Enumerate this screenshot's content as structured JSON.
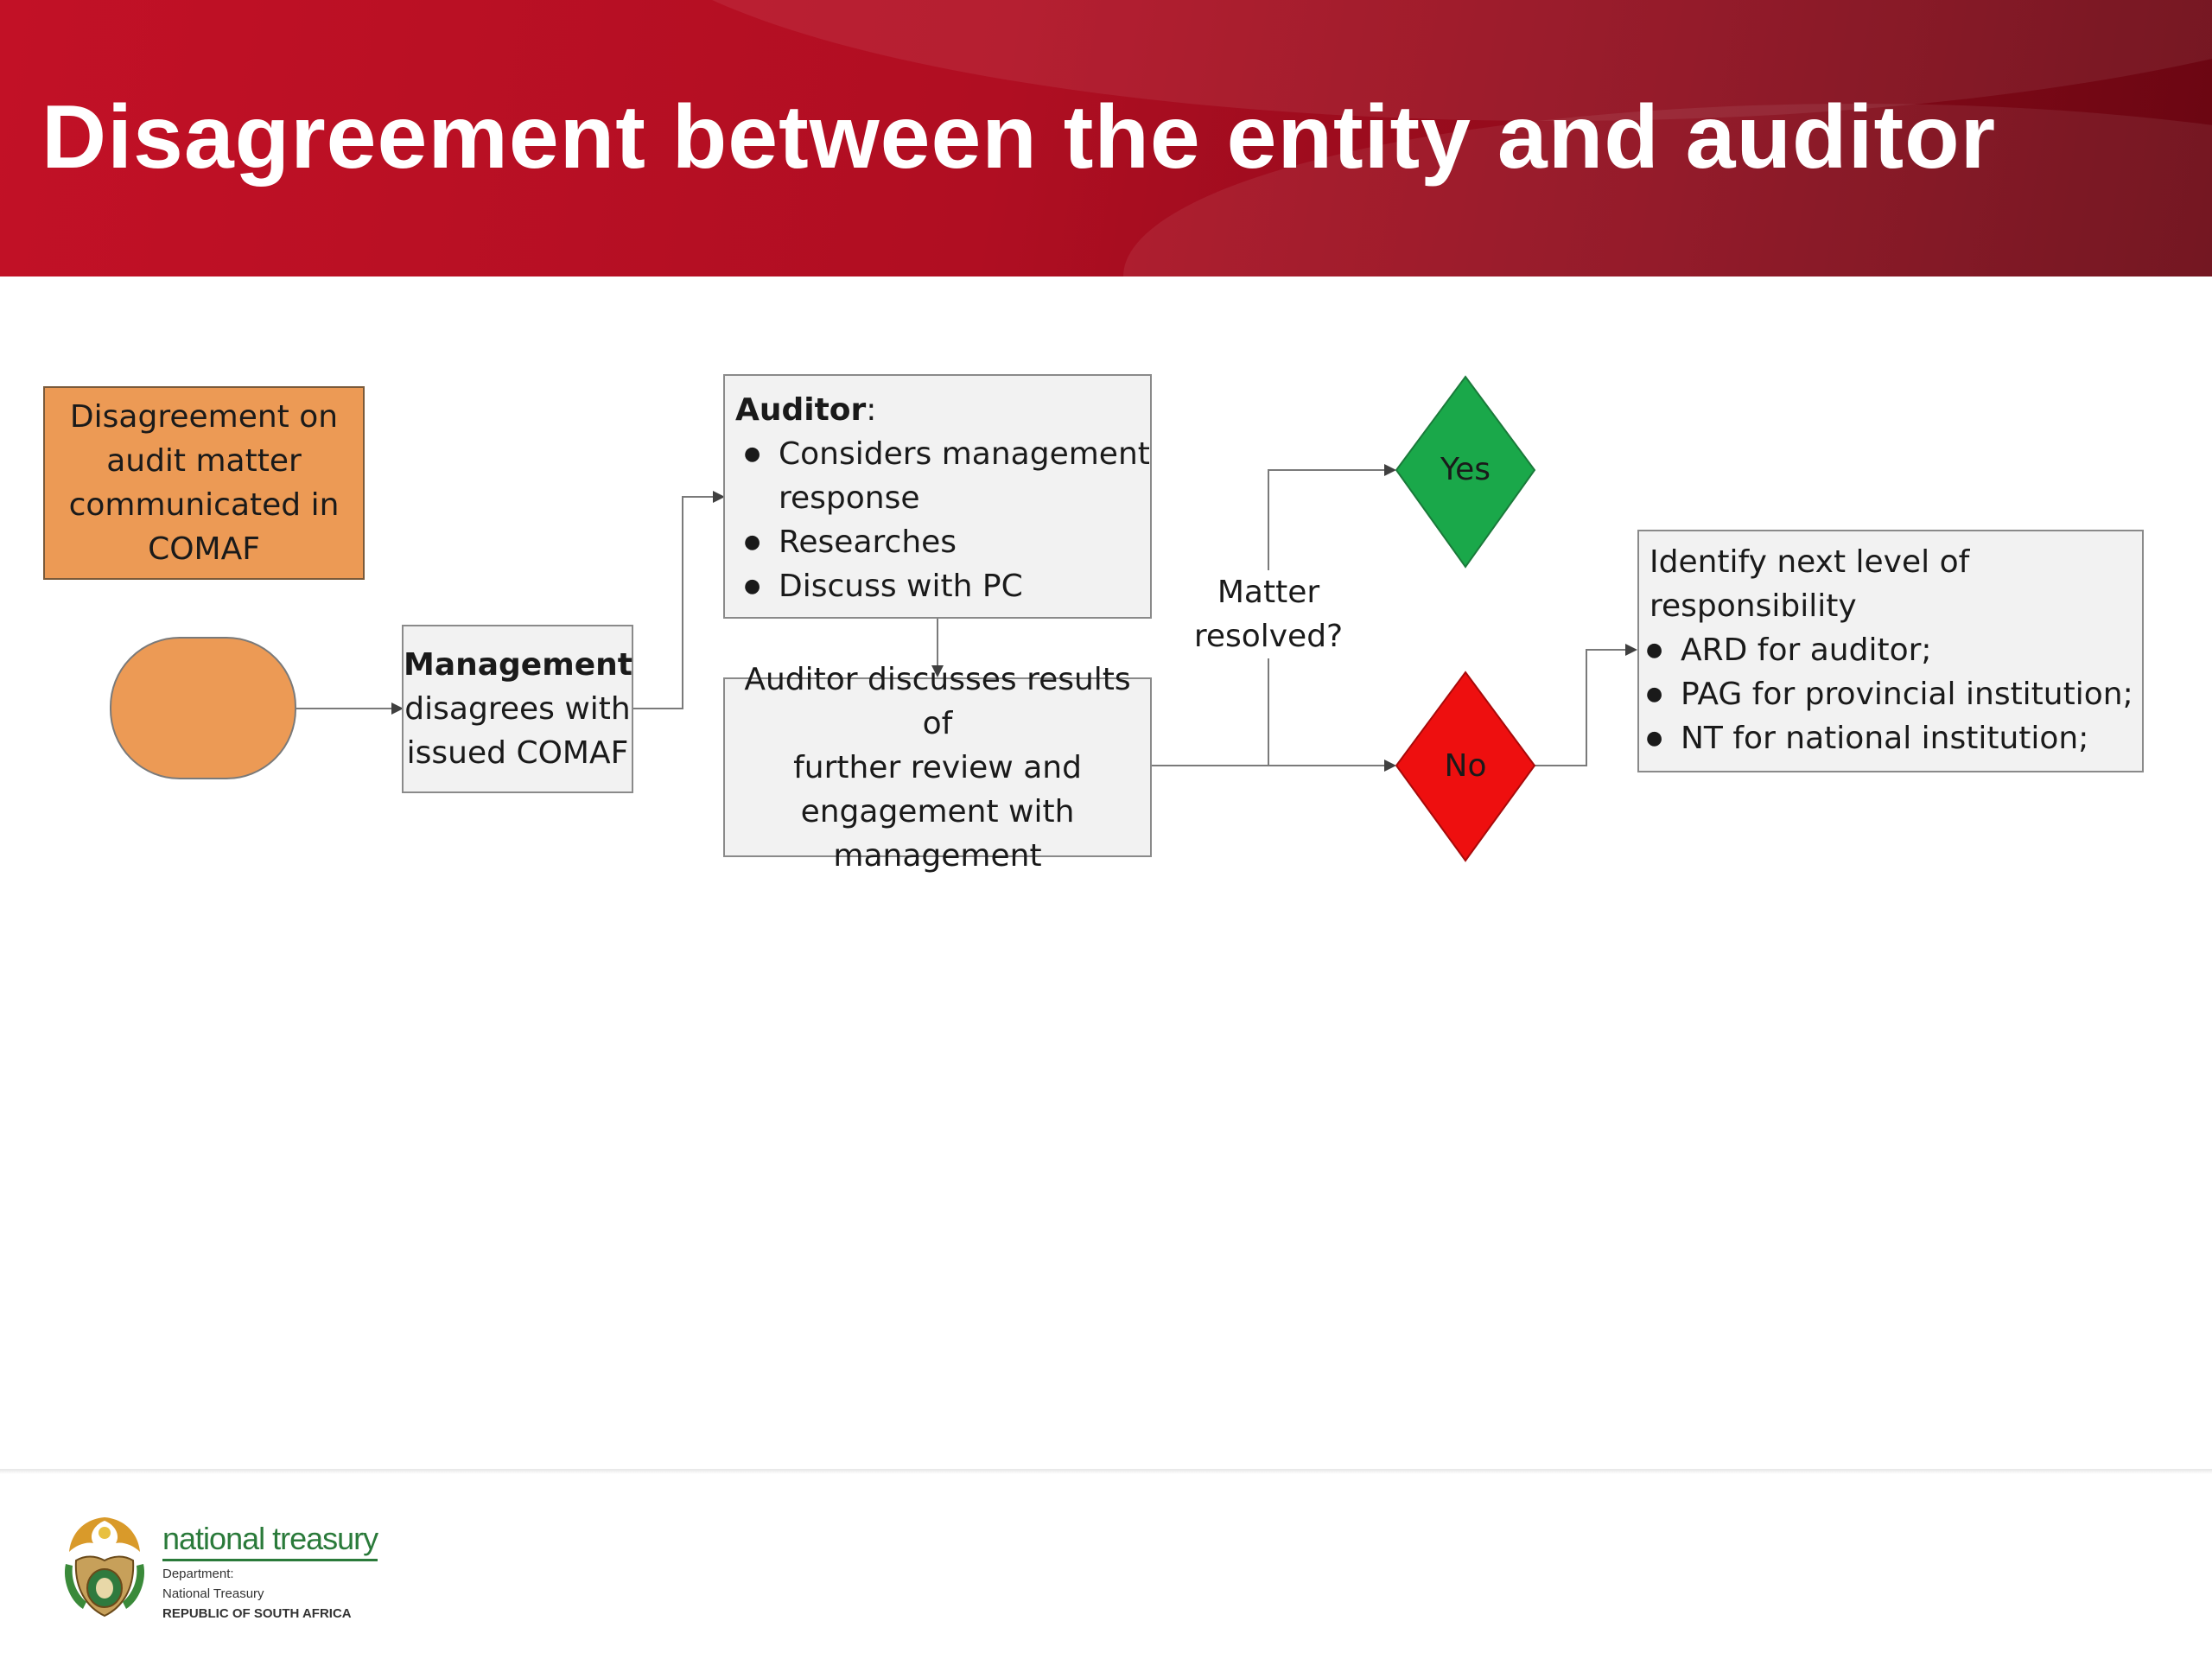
{
  "title": "Disagreement between the entity and auditor",
  "colors": {
    "header": "#b00e22",
    "orange": "#ec9a55",
    "yes": "#1aa84a",
    "no": "#ee0f0f",
    "box": "#f2f2f2"
  },
  "nodes": {
    "disagreement_note": [
      "Disagreement on",
      "audit matter",
      "communicated in",
      "COMAF"
    ],
    "management": {
      "bold": "Management",
      "rest": [
        "disagrees with",
        "issued COMAF"
      ]
    },
    "auditor": {
      "heading": "Auditor",
      "colon": ":",
      "bullets": [
        "Considers management",
        "response",
        "Researches",
        "Discuss with PC"
      ]
    },
    "auditor_discusses": [
      "Auditor discusses results of",
      "further review and",
      "engagement with",
      "management"
    ],
    "decision": [
      "Matter",
      "resolved?"
    ],
    "yes": "Yes",
    "no": "No",
    "next_level": {
      "intro": [
        "Identify next level of",
        "responsibility"
      ],
      "bullets": [
        "ARD for auditor;",
        "PAG for provincial institution;",
        "NT for national institution;"
      ]
    }
  },
  "footer": {
    "logo_name": "national treasury",
    "line1": "Department:",
    "line2": "National Treasury",
    "line3": "REPUBLIC OF SOUTH AFRICA"
  }
}
